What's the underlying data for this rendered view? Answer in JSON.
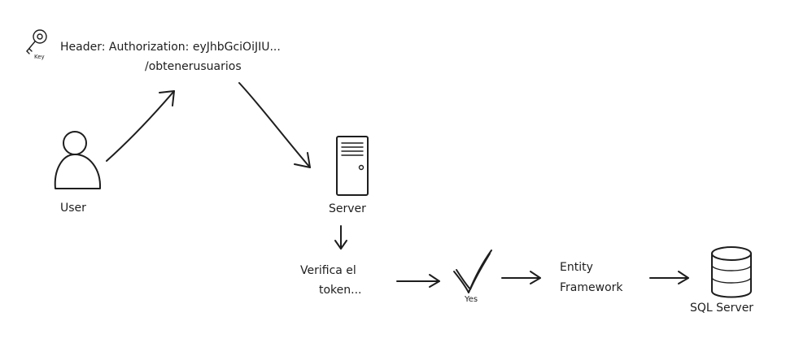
{
  "diagram": {
    "request": {
      "header_text": "Header: Authorization: eyJhbGciOiJIU...",
      "endpoint": "/obtenerusuarios",
      "key_icon_label": "Key"
    },
    "nodes": {
      "user": "User",
      "server": "Server",
      "verify": [
        "Verifica el",
        "token..."
      ],
      "check": "Yes",
      "entity_framework": [
        "Entity",
        "Framework"
      ],
      "sql_server": "SQL Server"
    },
    "icons": {
      "key": "key-icon",
      "user": "person-icon",
      "server": "server-tower-icon",
      "check": "checkmark-icon",
      "database": "database-cylinder-icon"
    },
    "colors": {
      "stroke": "#1e1e1e",
      "background": "#ffffff"
    }
  }
}
